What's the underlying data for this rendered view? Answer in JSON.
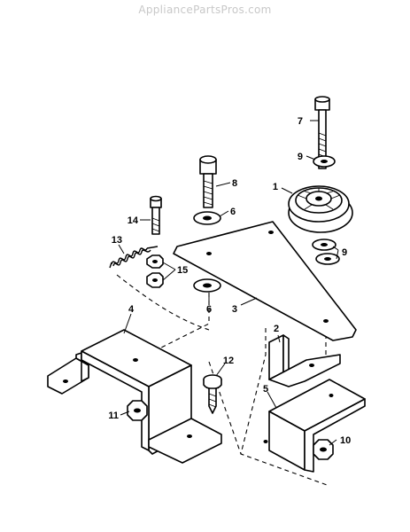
{
  "header": {
    "watermark": "AppliancePartsPros.com"
  },
  "parts": [
    {
      "id": "1",
      "label": "1"
    },
    {
      "id": "2",
      "label": "2"
    },
    {
      "id": "3",
      "label": "3"
    },
    {
      "id": "4",
      "label": "4"
    },
    {
      "id": "5",
      "label": "5"
    },
    {
      "id": "6a",
      "label": "6"
    },
    {
      "id": "6b",
      "label": "6"
    },
    {
      "id": "7",
      "label": "7"
    },
    {
      "id": "8",
      "label": "8"
    },
    {
      "id": "9a",
      "label": "9"
    },
    {
      "id": "9b",
      "label": "9"
    },
    {
      "id": "10",
      "label": "10"
    },
    {
      "id": "11",
      "label": "11"
    },
    {
      "id": "12",
      "label": "12"
    },
    {
      "id": "13",
      "label": "13"
    },
    {
      "id": "14",
      "label": "14"
    },
    {
      "id": "15",
      "label": "15"
    }
  ]
}
